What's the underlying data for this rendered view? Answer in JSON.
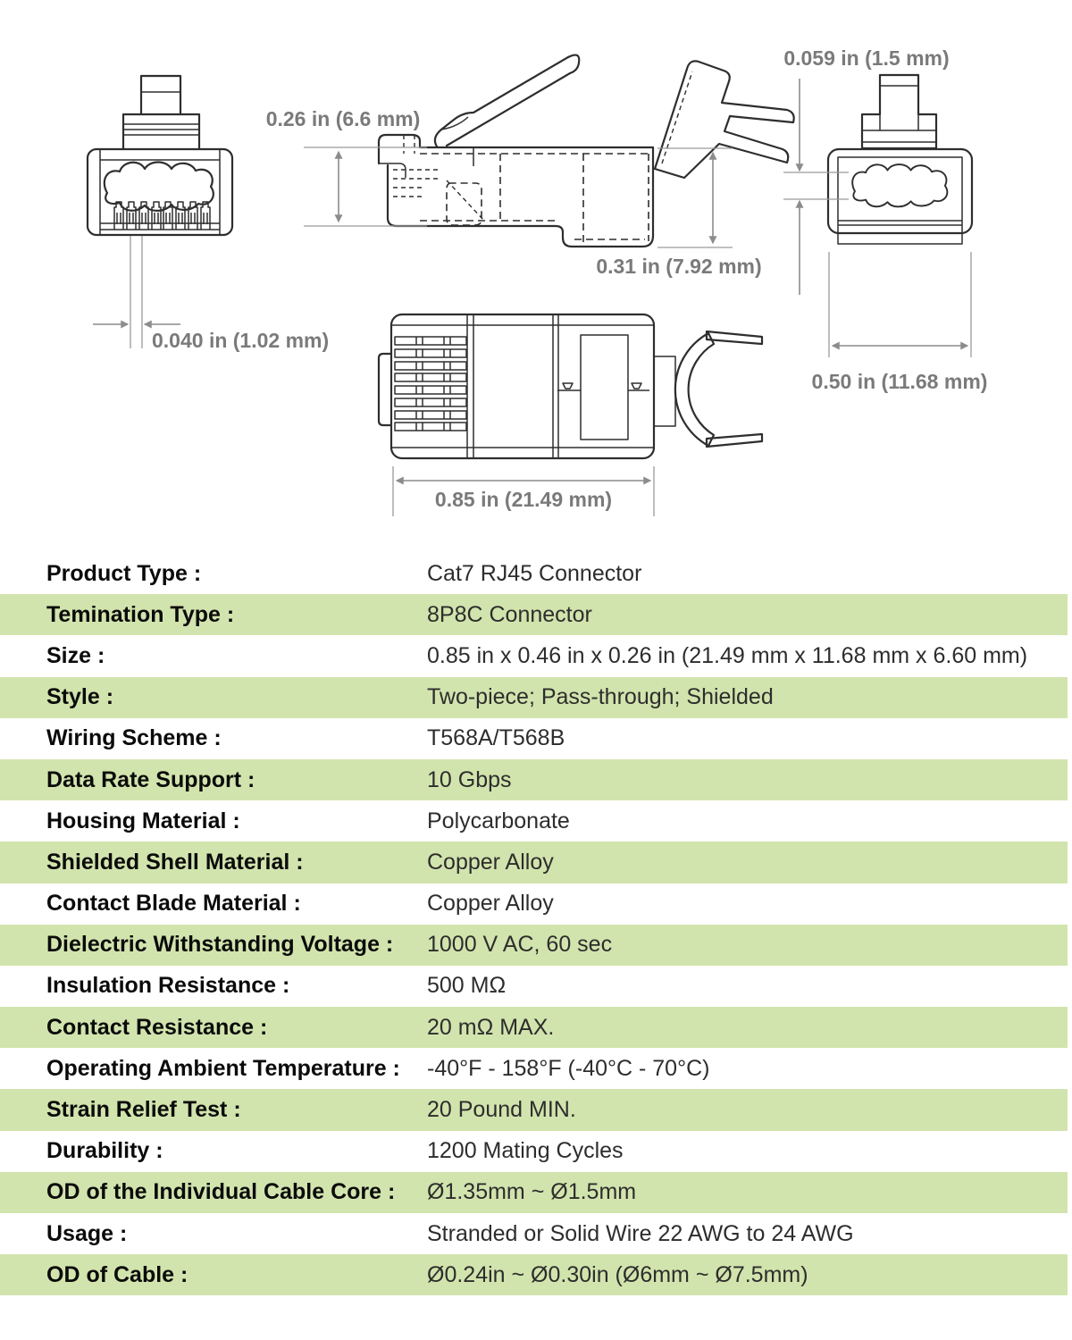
{
  "drawing": {
    "dims": {
      "contact_pitch": "0.040 in (1.02 mm)",
      "body_height": "0.26 in (6.6 mm)",
      "overall_height": "0.31 in (7.92 mm)",
      "wire_divider": "0.059 in (1.5 mm)",
      "body_width": "0.50 in (11.68 mm)",
      "body_length": "0.85 in (21.49 mm)"
    },
    "colors": {
      "outline": "#2e2e2e",
      "dimension_line": "#8c8c8c",
      "dimension_text": "#7a7a7a"
    }
  },
  "spec_table": {
    "highlight_color": "#d2e4ad",
    "rows": [
      {
        "label": "Product Type :",
        "value": "Cat7 RJ45 Connector"
      },
      {
        "label": "Temination Type :",
        "value": "8P8C Connector"
      },
      {
        "label": "Size :",
        "value": "0.85 in x 0.46 in x 0.26 in (21.49 mm x 11.68 mm x 6.60 mm)"
      },
      {
        "label": "Style :",
        "value": "Two-piece; Pass-through; Shielded"
      },
      {
        "label": "Wiring Scheme :",
        "value": "T568A/T568B"
      },
      {
        "label": "Data Rate Support :",
        "value": "10 Gbps"
      },
      {
        "label": "Housing Material :",
        "value": "Polycarbonate"
      },
      {
        "label": "Shielded Shell Material :",
        "value": "Copper Alloy"
      },
      {
        "label": "Contact Blade Material :",
        "value": "Copper Alloy"
      },
      {
        "label": "Dielectric Withstanding Voltage :",
        "value": "1000 V AC, 60 sec"
      },
      {
        "label": "Insulation Resistance :",
        "value": "500 MΩ"
      },
      {
        "label": "Contact Resistance :",
        "value": "20 mΩ MAX."
      },
      {
        "label": "Operating Ambient Temperature :",
        "value": "-40°F - 158°F (-40°C - 70°C)"
      },
      {
        "label": "Strain Relief Test :",
        "value": "20 Pound MIN."
      },
      {
        "label": "Durability :",
        "value": "1200 Mating Cycles"
      },
      {
        "label": "OD of the Individual Cable Core :",
        "value": "Ø1.35mm ~ Ø1.5mm"
      },
      {
        "label": "Usage :",
        "value": "Stranded or Solid Wire 22 AWG to 24 AWG"
      },
      {
        "label": "OD of Cable :",
        "value": "Ø0.24in ~ Ø0.30in (Ø6mm ~ Ø7.5mm)"
      }
    ]
  }
}
